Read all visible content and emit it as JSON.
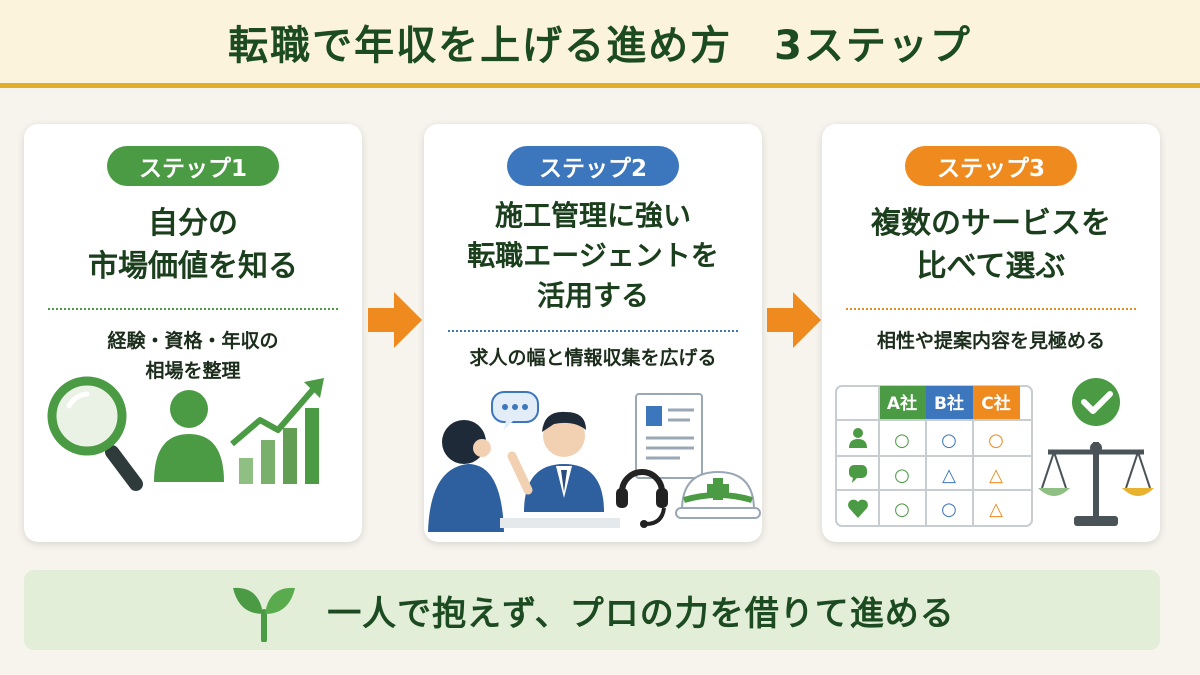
{
  "title": "転職で年収を上げる進め方　3ステップ",
  "steps": [
    {
      "badge": "ステップ1",
      "title_lines": [
        "自分の",
        "市場価値を知る"
      ],
      "desc_lines": [
        "経験・資格・年収の",
        "相場を整理"
      ]
    },
    {
      "badge": "ステップ2",
      "title_lines": [
        "施工管理に強い",
        "転職エージェントを",
        "活用する"
      ],
      "desc_lines": [
        "求人の幅と情報収集を広げる"
      ]
    },
    {
      "badge": "ステップ3",
      "title_lines": [
        "複数のサービスを",
        "比べて選ぶ"
      ],
      "desc_lines": [
        "相性や提案内容を見極める"
      ],
      "comparison": {
        "companies": [
          "A社",
          "B社",
          "C社"
        ],
        "company_colors": [
          "#4b9a44",
          "#3c76bd",
          "#ef8a1e"
        ],
        "rows": [
          {
            "icon": "person-icon",
            "marks": [
              "○",
              "○",
              "○"
            ]
          },
          {
            "icon": "chat-bubble-icon",
            "marks": [
              "○",
              "△",
              "△"
            ]
          },
          {
            "icon": "heart-icon",
            "marks": [
              "○",
              "○",
              "△"
            ]
          }
        ]
      }
    }
  ],
  "footer": {
    "message": "一人で抱えず、プロの力を借りて進める"
  },
  "colors": {
    "green": "#4b9a44",
    "blue": "#3c76bd",
    "orange": "#ef8a1e",
    "title": "#1d4b21",
    "header_bg": "#fbf3dc",
    "header_border": "#e3ad2c"
  }
}
